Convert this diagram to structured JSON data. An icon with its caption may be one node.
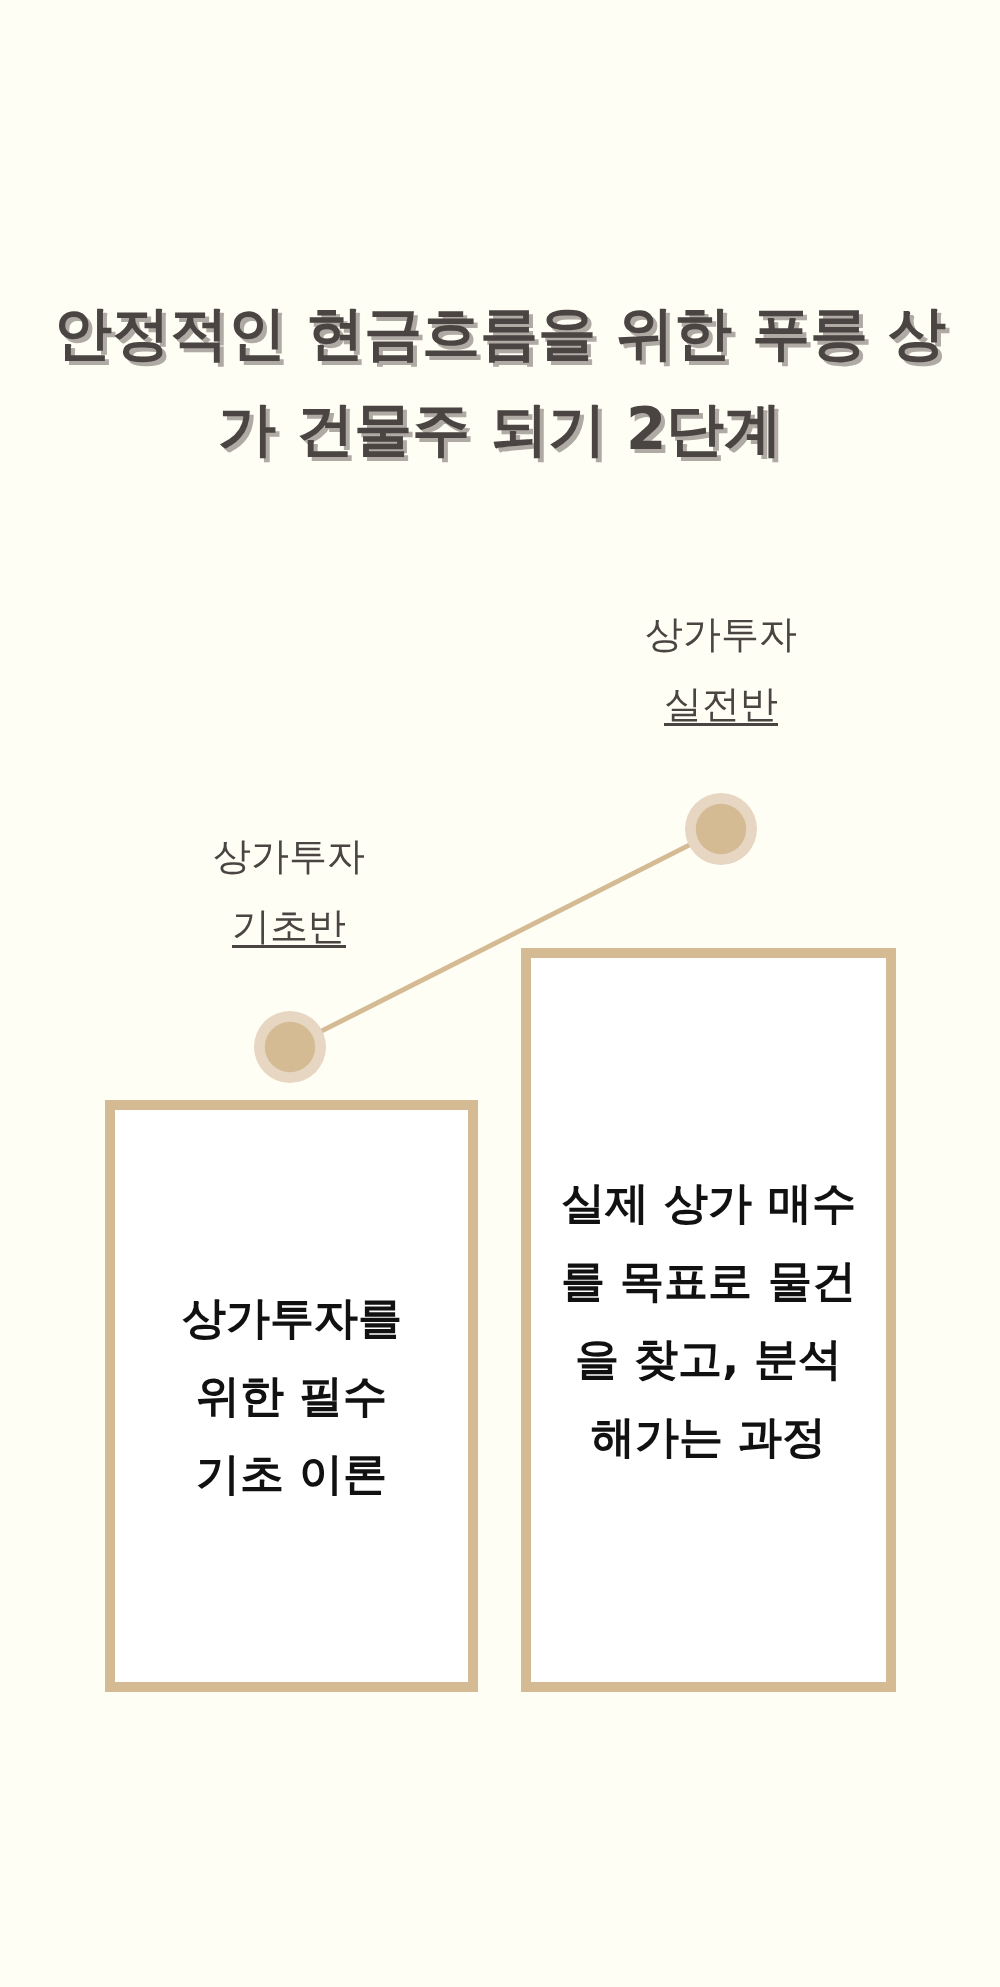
{
  "diagram": {
    "title": "안정적인 현금흐름을 위한 푸릉 상가 건물주 되기 2단계",
    "nodes": [
      {
        "text": [],
        "shape": "circle",
        "beside": [
          "상가투자",
          "실전반"
        ]
      },
      {
        "text": [],
        "shape": "circle",
        "beside": [
          "상가투자",
          "기초반"
        ]
      },
      {
        "text": [
          "상가투자를 위한 필수 기초 이론"
        ]
      },
      {
        "text": [
          "실제 상가 매수를 목표로 물건을 찾고, 분석해가는 과정"
        ]
      }
    ],
    "edges": [
      {
        "from": 1,
        "to": 0,
        "arrow": "none"
      }
    ]
  }
}
